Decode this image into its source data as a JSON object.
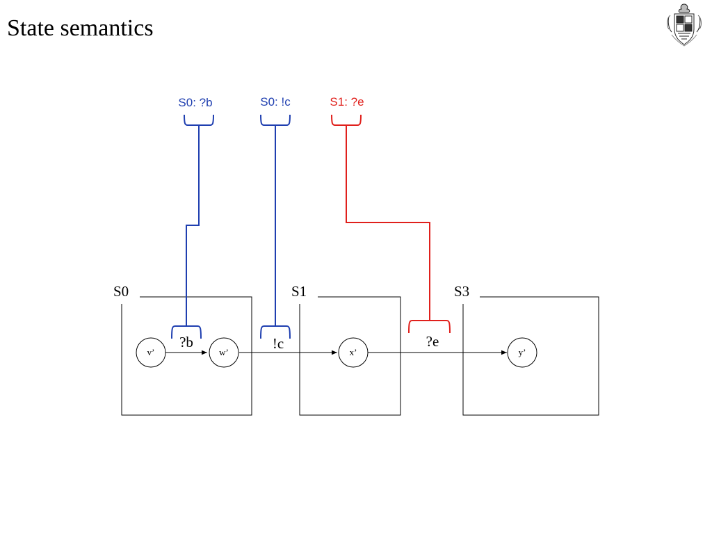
{
  "slide": {
    "title": "State semantics"
  },
  "colors": {
    "blue": "#1f3fb0",
    "red": "#e0201c",
    "line": "#000000"
  },
  "icons": {
    "crest": "college-crest-icon"
  },
  "diagram": {
    "states": [
      {
        "id": "S0",
        "label": "S0"
      },
      {
        "id": "S1",
        "label": "S1"
      },
      {
        "id": "S3",
        "label": "S3"
      }
    ],
    "nodes": [
      {
        "id": "v",
        "label": "v’"
      },
      {
        "id": "w",
        "label": "w’"
      },
      {
        "id": "x",
        "label": "x’"
      },
      {
        "id": "y",
        "label": "y’"
      }
    ],
    "transitions": [
      {
        "from": "v",
        "to": "w",
        "label": "?b"
      },
      {
        "from": "w",
        "to": "x",
        "label": "!c"
      },
      {
        "from": "x",
        "to": "y",
        "label": "?e"
      }
    ],
    "annotations": [
      {
        "label": "S0: ?b",
        "color": "blue",
        "target": "?b"
      },
      {
        "label": "S0: !c",
        "color": "blue",
        "target": "!c"
      },
      {
        "label": "S1: ?e",
        "color": "red",
        "target": "?e"
      }
    ]
  }
}
